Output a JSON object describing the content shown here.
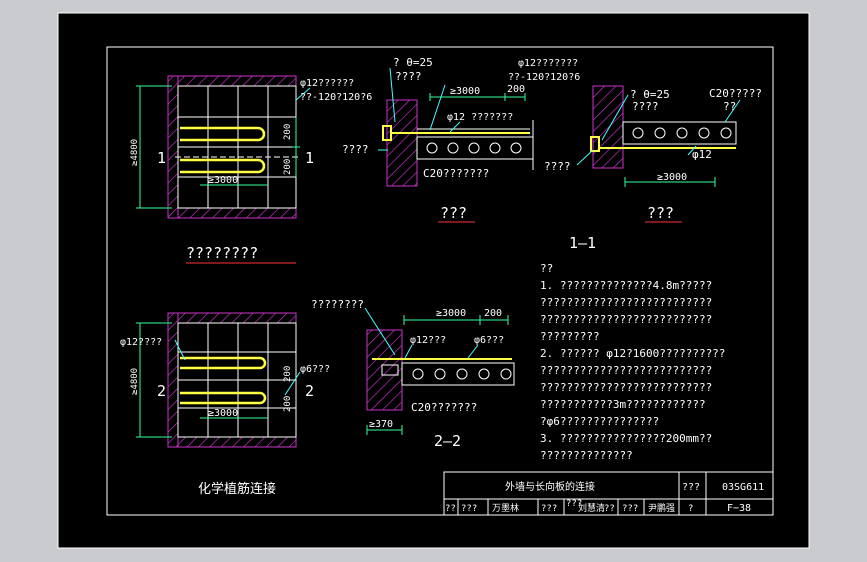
{
  "drawing": {
    "detail_left_top": {
      "rebar_note_1": "φ12??????",
      "rebar_note_2": "??-120?120?6",
      "dim_200_a": "200",
      "dim_200_b": "200",
      "dim_height": "≥4800",
      "dim_length": "≥3000",
      "section_mark_left": "1",
      "section_mark_right": "1",
      "caption": "????????"
    },
    "detail_top_middle": {
      "angle_note": "? θ=25",
      "angle_note_2": "????",
      "rebar_note_1": "φ12???????",
      "rebar_note_2": "??-120?120?6",
      "dim_3000": "≥3000",
      "dim_200": "200",
      "rebar_12": "φ12 ???????",
      "left_note": "????",
      "concrete_note": "C20???????",
      "caption": "???"
    },
    "detail_top_right": {
      "angle_note": "? θ=25",
      "angle_note_2": "????",
      "concrete_note": "C20?????",
      "concrete_note_2": "??",
      "left_note": "????",
      "rebar_12": "φ12",
      "dim_3000": "≥3000",
      "caption": "???",
      "section_title": "1—1"
    },
    "detail_bottom_left": {
      "rebar_note": "φ12????",
      "rebar_6": "φ6???",
      "dim_height": "≥4800",
      "dim_length": "≥3000",
      "dim_200_a": "200",
      "dim_200_b": "200",
      "section_mark_left": "2",
      "section_mark_right": "2",
      "caption": "化学植筋连接"
    },
    "detail_bottom_middle": {
      "top_note": "????????",
      "dim_3000": "≥3000",
      "dim_200": "200",
      "rebar_12": "φ12???",
      "rebar_6": "φ6???",
      "concrete_note": "C20???????",
      "dim_370": "≥370",
      "section_title": "2—2"
    },
    "notes": {
      "heading": "??",
      "lines": [
        "1. ??????????????4.8m?????",
        "??????????????????????????",
        "??????????????????????????",
        "?????????",
        "2. ?????? φ12?1600??????????",
        "??????????????????????????",
        "??????????????????????????",
        "???????????3m????????????",
        "?φ6???????????????",
        "3. ????????????????200mm??",
        "??????????????"
      ]
    },
    "title_block": {
      "title": "外墙与长向板的连接",
      "atlas_label": "???",
      "atlas_no": "03SG611",
      "page_label": "?",
      "page_no": "F−38",
      "row2": [
        "??",
        "???",
        "万墨林",
        "???",
        "???",
        "刘慧清",
        "??",
        "???",
        "尹鹏强",
        "?"
      ]
    },
    "colors": {
      "background": "#000000",
      "lines": "#ffffff",
      "wall_hatch": "#cc33cc",
      "rebar": "#ffff44",
      "dimension": "#33ff99",
      "leader": "#44ffff",
      "underline": "#ff3333"
    }
  }
}
